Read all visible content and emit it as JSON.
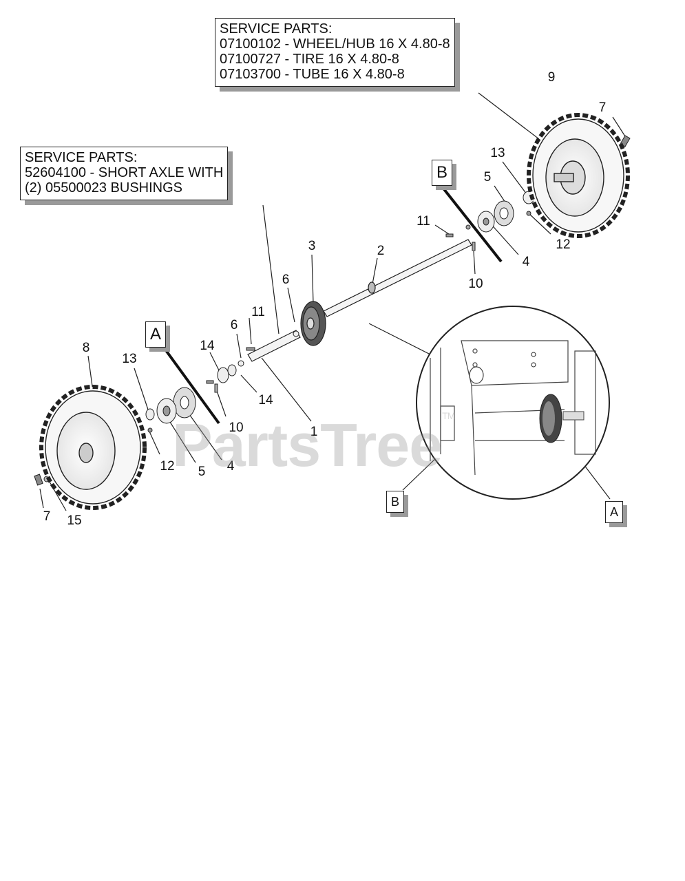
{
  "service_box_wheel": {
    "lines": [
      "SERVICE PARTS:",
      "07100102 - WHEEL/HUB 16 X 4.80-8",
      "07100727 - TIRE 16 X 4.80-8",
      "07103700 - TUBE 16 X 4.80-8"
    ]
  },
  "service_box_axle": {
    "lines": [
      "SERVICE PARTS:",
      "52604100 - SHORT AXLE WITH",
      "(2) 05500023 BUSHINGS"
    ]
  },
  "callouts": {
    "c1": "1",
    "c2": "2",
    "c3": "3",
    "c4_right": "4",
    "c4_left": "4",
    "c5_right": "5",
    "c5_left": "5",
    "c6_upper": "6",
    "c6_lower": "6",
    "c7_right": "7",
    "c7_left": "7",
    "c8": "8",
    "c9": "9",
    "c10_right": "10",
    "c10_left": "10",
    "c11_right": "11",
    "c11_left": "11",
    "c12_right": "12",
    "c12_left": "12",
    "c13_right": "13",
    "c13_left": "13",
    "c14_upper": "14",
    "c14_lower": "14",
    "c15": "15"
  },
  "tags": {
    "a_main": "A",
    "b_main": "B",
    "b_inset": "B",
    "a_inset": "A"
  },
  "watermark": {
    "text": "PartsTree",
    "mark": "TM"
  }
}
